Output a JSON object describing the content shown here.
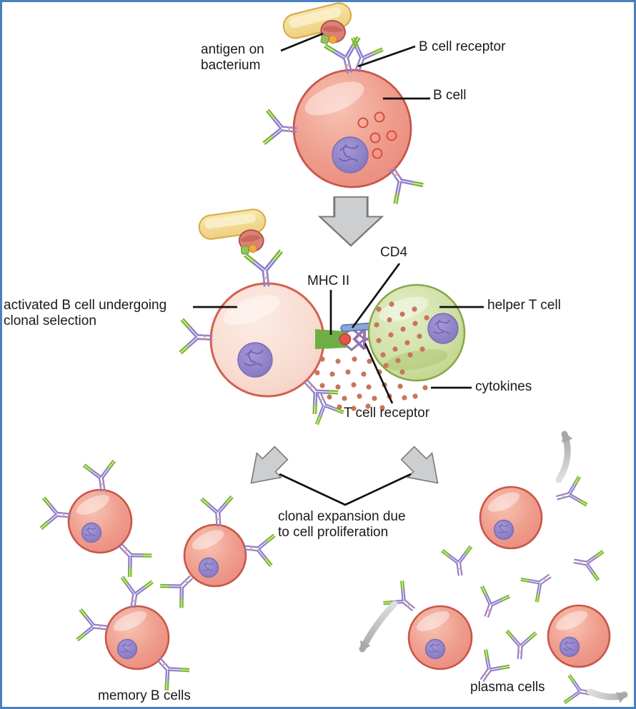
{
  "diagram": {
    "title_semantic": "B cell activation and clonal selection",
    "labels": {
      "antigen_on_bacterium": "antigen on\nbacterium",
      "b_cell_receptor": "B cell receptor",
      "b_cell": "B cell",
      "activated_b_cell": "activated B cell undergoing\nclonal selection",
      "mhc_ii": "MHC II",
      "cd4": "CD4",
      "helper_t_cell": "helper T cell",
      "cytokines": "cytokines",
      "t_cell_receptor": "T cell receptor",
      "clonal_expansion": "clonal expansion due\nto cell proliferation",
      "memory_b_cells": "memory B cells",
      "plasma_cells": "plasma cells"
    },
    "colors": {
      "frame": "#4a81be",
      "cell_border": "#c8564a",
      "t_cell_border": "#88a747",
      "cytokine": "#c8755a",
      "mhc_ii": "#6fae45",
      "cd4": "#89a8d8",
      "tcr": "#9b6fb0",
      "antibody": "#9181c8",
      "antibody_tip": "#7db832",
      "bacterium_border": "#d9ad4a",
      "arrow_fill": "#ccced0",
      "arrow_border": "#77797b"
    }
  }
}
